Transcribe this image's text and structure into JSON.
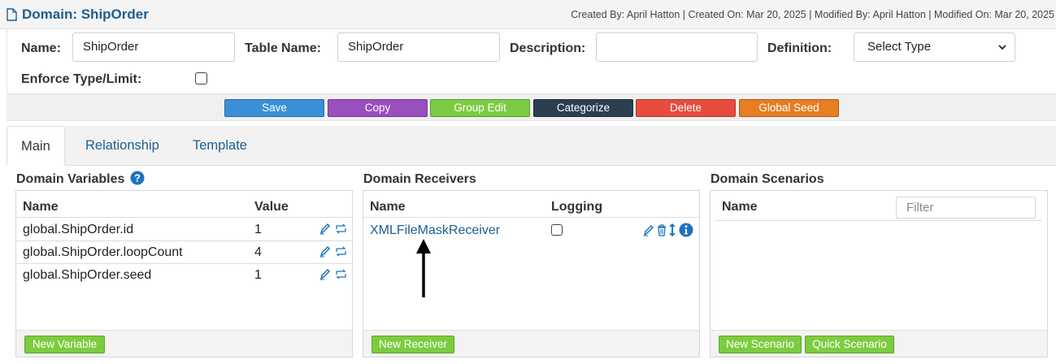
{
  "header": {
    "title": "Domain: ShipOrder",
    "meta": "Created By: April Hatton | Created On: Mar 20, 2025 | Modified By: April Hatton | Modified On: Mar 20, 2025"
  },
  "form": {
    "name_label": "Name:",
    "name_value": "ShipOrder",
    "table_label": "Table Name:",
    "table_value": "ShipOrder",
    "description_label": "Description:",
    "description_value": "",
    "definition_label": "Definition:",
    "definition_value": "Select Type",
    "enforce_label": "Enforce Type/Limit:",
    "enforce_checked": false
  },
  "actions": [
    {
      "label": "Save",
      "color": "#3b8fd6"
    },
    {
      "label": "Copy",
      "color": "#9a4fbf"
    },
    {
      "label": "Group Edit",
      "color": "#7bcc43"
    },
    {
      "label": "Categorize",
      "color": "#2c3e50"
    },
    {
      "label": "Delete",
      "color": "#e74c3c"
    },
    {
      "label": "Global Seed",
      "color": "#e67e22"
    }
  ],
  "tabs": [
    "Main",
    "Relationship",
    "Template"
  ],
  "variables": {
    "title": "Domain Variables",
    "col_name": "Name",
    "col_value": "Value",
    "rows": [
      {
        "name": "global.ShipOrder.id",
        "value": "1"
      },
      {
        "name": "global.ShipOrder.loopCount",
        "value": "4"
      },
      {
        "name": "global.ShipOrder.seed",
        "value": "1"
      }
    ],
    "new_button": "New Variable"
  },
  "receivers": {
    "title": "Domain Receivers",
    "col_name": "Name",
    "col_logging": "Logging",
    "rows": [
      {
        "name": "XMLFileMaskReceiver",
        "logging": false
      }
    ],
    "new_button": "New Receiver"
  },
  "scenarios": {
    "title": "Domain Scenarios",
    "col_name": "Name",
    "filter_placeholder": "Filter",
    "new_button": "New Scenario",
    "quick_button": "Quick Scenario"
  },
  "colors": {
    "link": "#1a5e93",
    "green": "#7ccc3f",
    "icon_blue": "#1e73be"
  }
}
